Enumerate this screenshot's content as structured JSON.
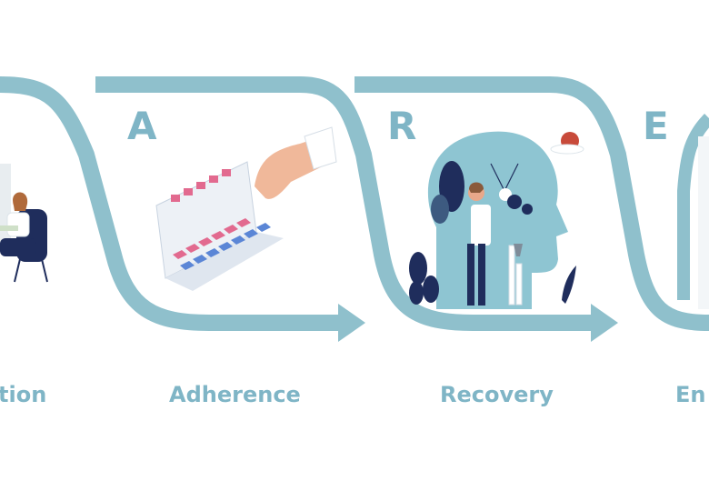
{
  "steps": [
    {
      "letter": "",
      "label": "tion"
    },
    {
      "letter": "A",
      "label": "Adherence"
    },
    {
      "letter": "R",
      "label": "Recovery"
    },
    {
      "letter": "E",
      "label": "En"
    }
  ],
  "colors": {
    "path": "#8fc0cc",
    "text": "#7fb5c6",
    "navy": "#1f2d5c",
    "pink": "#e26a8f",
    "blue": "#5b86d6",
    "head": "#8ec5d2",
    "sun": "#c84a3a"
  }
}
